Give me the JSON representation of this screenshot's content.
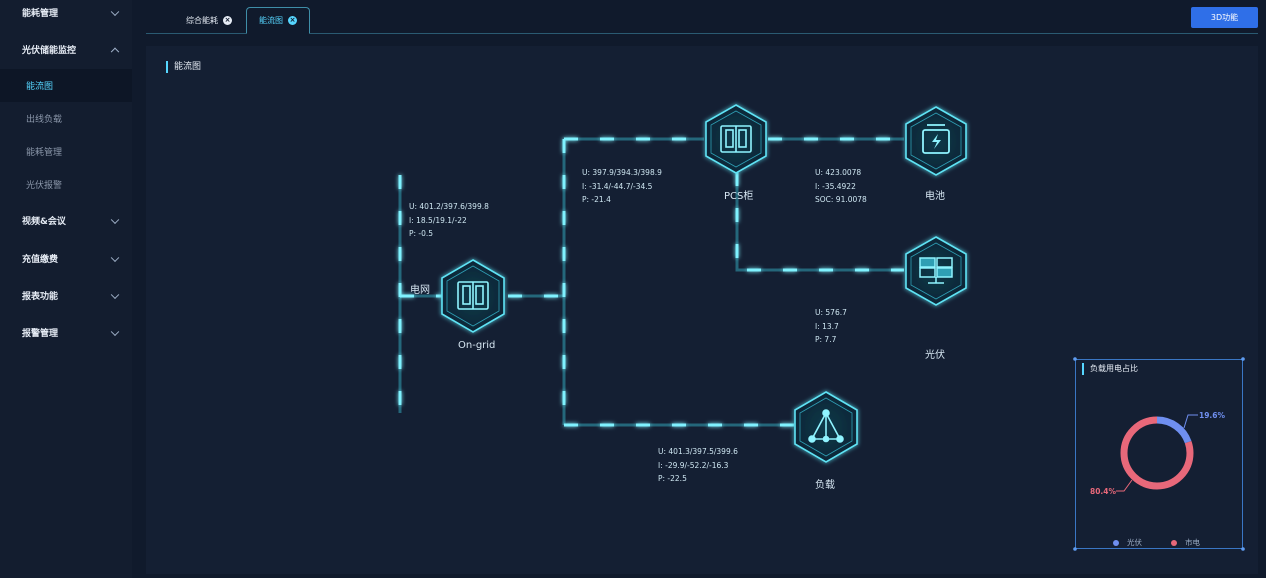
{
  "sidebar": {
    "items": [
      {
        "label": "能耗管理"
      },
      {
        "label": "光伏储能监控"
      },
      {
        "label": "视频&会议"
      },
      {
        "label": "充值缴费"
      },
      {
        "label": "报表功能"
      },
      {
        "label": "报警管理"
      }
    ],
    "subitems": [
      {
        "label": "能流图"
      },
      {
        "label": "出线负载"
      },
      {
        "label": "能耗管理"
      },
      {
        "label": "光伏报警"
      }
    ]
  },
  "tabs": [
    {
      "label": "综合能耗"
    },
    {
      "label": "能流图"
    }
  ],
  "toolbar": {
    "btn3d": "3D功能"
  },
  "panel": {
    "title": "能流图"
  },
  "nodes": {
    "grid": {
      "label_cn": "电网",
      "label_en": "On-grid",
      "u": "U: 401.2/397.6/399.8",
      "i": "I: 18.5/19.1/-22",
      "p": "P: -0.5"
    },
    "pcs": {
      "label": "PCS柜",
      "u": "U: 397.9/394.3/398.9",
      "i": "I: -31.4/-44.7/-34.5",
      "p": "P: -21.4"
    },
    "battery": {
      "label": "电池",
      "u": "U: 423.0078",
      "i": "I: -35.4922",
      "soc": "SOC: 91.0078"
    },
    "pv": {
      "label": "光伏",
      "u": "U: 576.7",
      "i": "I: 13.7",
      "p": "P: 7.7"
    },
    "load": {
      "label": "负载",
      "u": "U: 401.3/397.5/399.6",
      "i": "I: -29.9/-52.2/-16.3",
      "p": "P: -22.5"
    }
  },
  "ratio_card": {
    "title": "负载用电占比",
    "slices": [
      {
        "name": "光伏",
        "percent": 19.6,
        "label": "19.6%",
        "color": "#6f8ff0"
      },
      {
        "name": "市电",
        "percent": 80.4,
        "label": "80.4%",
        "color": "#e8687a"
      }
    ]
  },
  "colors": {
    "accent": "#56d6ff",
    "line": "#2f9fb4",
    "button": "#2f6fe8"
  }
}
